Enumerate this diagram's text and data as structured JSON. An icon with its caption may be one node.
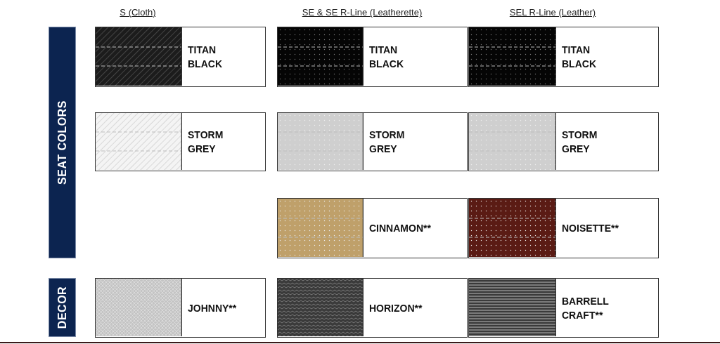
{
  "diagram": {
    "nodes": [
      {
        "text": [
          "SEAT COLORS"
        ]
      },
      {
        "text": [
          "TITAN BLACK"
        ]
      },
      {
        "text": [
          "TITAN BLACK"
        ]
      },
      {
        "text": [
          "TITAN BLACK"
        ]
      },
      {
        "text": [
          "STORM GREY"
        ]
      },
      {
        "text": [
          "STORM GREY"
        ]
      },
      {
        "text": [
          "STORM GREY"
        ]
      },
      {
        "text": [
          "CINNAMON**"
        ]
      },
      {
        "text": [
          "NOISETTE**"
        ]
      },
      {
        "text": [
          "DECOR"
        ]
      },
      {
        "text": [
          "JOHNNY**"
        ]
      },
      {
        "text": [
          "HORIZON**"
        ]
      },
      {
        "text": [
          "BARRELL CRAFT**"
        ]
      }
    ],
    "labels": [
      "S (Cloth)",
      "SE & SE R-Line (Leatherette)",
      "SEL R-Line (Leather)"
    ]
  }
}
